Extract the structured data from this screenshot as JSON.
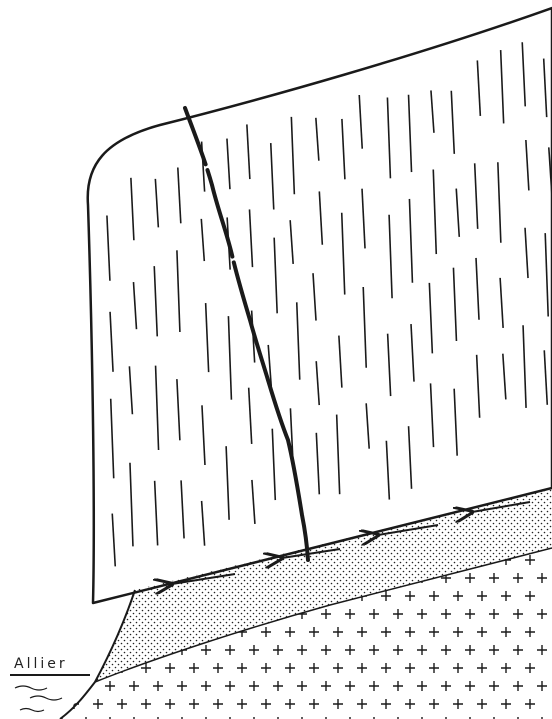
{
  "labels": {
    "river": "Allier"
  },
  "colors": {
    "ink": "#1a1a1a",
    "paper": "#ffffff"
  },
  "legend_semantics": {
    "upper_block": "vertical-hatch-rock",
    "middle_layer": "stippled-sediment",
    "lower_block": "crosses-basement",
    "fracture": "thick-wavy-line",
    "flow": "arrows-pointing-left"
  }
}
